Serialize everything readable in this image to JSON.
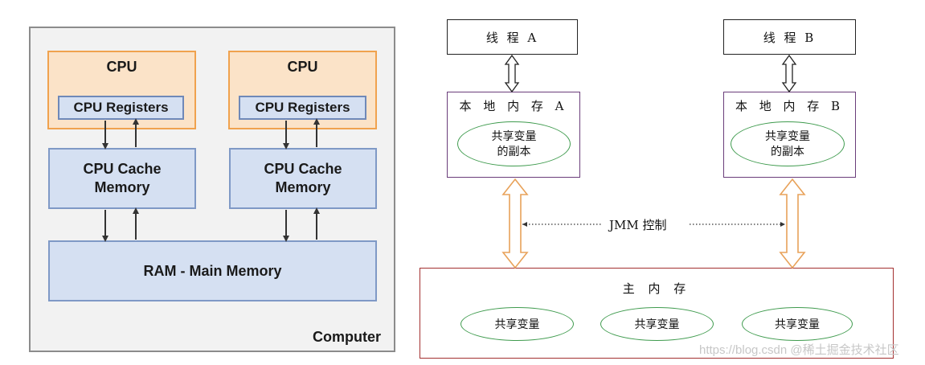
{
  "left_diagram": {
    "computer_label": "Computer",
    "cpus": [
      {
        "title": "CPU",
        "registers": "CPU Registers",
        "cache_line1": "CPU Cache",
        "cache_line2": "Memory"
      },
      {
        "title": "CPU",
        "registers": "CPU Registers",
        "cache_line1": "CPU Cache",
        "cache_line2": "Memory"
      }
    ],
    "ram": "RAM - Main Memory"
  },
  "right_diagram": {
    "threads": [
      "线 程 A",
      "线 程 B"
    ],
    "local_memories": [
      {
        "title": "本 地 内 存 A",
        "copy_line1": "共享变量",
        "copy_line2": "的副本"
      },
      {
        "title": "本 地 内 存 B",
        "copy_line1": "共享变量",
        "copy_line2": "的副本"
      }
    ],
    "jmm_label": "JMM 控制",
    "main_memory": {
      "title": "主 内 存",
      "shared_vars": [
        "共享变量",
        "共享变量",
        "共享变量"
      ]
    },
    "colors": {
      "arrow_orange": "#e8a25a",
      "local_border": "#6a3d7a",
      "main_border": "#a33030",
      "oval_border": "#3f9b4e"
    }
  },
  "watermark": "https://blog.csdn  @稀土掘金技术社区"
}
